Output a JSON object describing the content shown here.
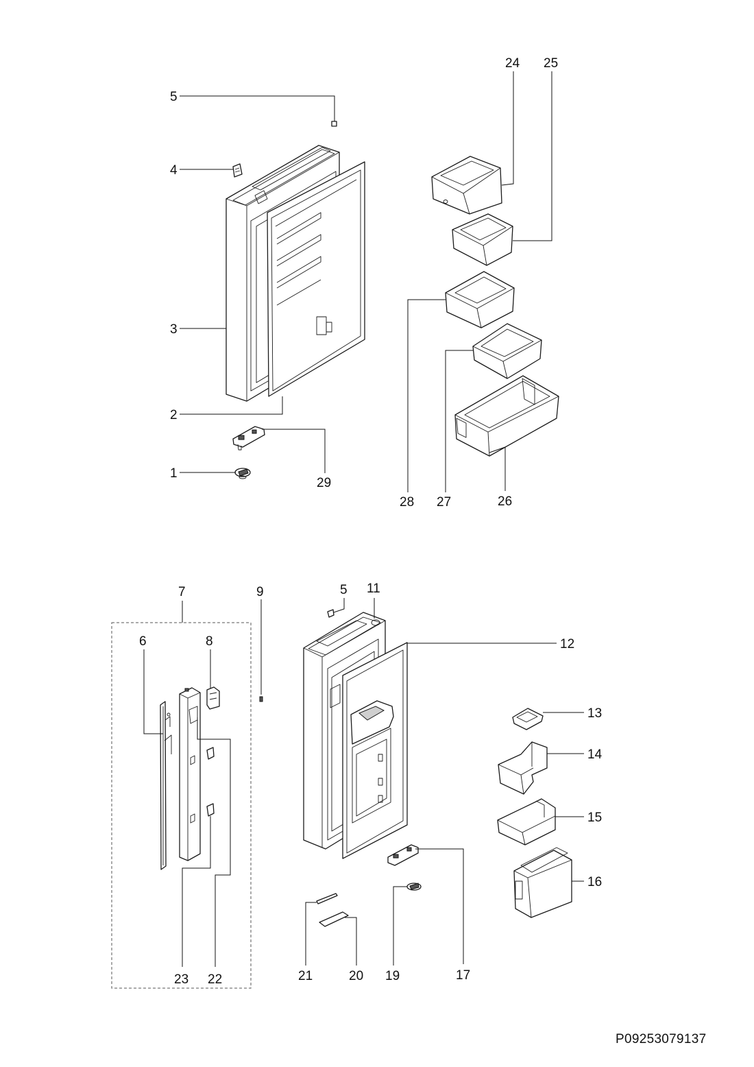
{
  "labels": {
    "p1": "1",
    "p2": "2",
    "p3": "3",
    "p4": "4",
    "p5a": "5",
    "p5b": "5",
    "p6": "6",
    "p7": "7",
    "p8": "8",
    "p9": "9",
    "p11": "11",
    "p12": "12",
    "p13": "13",
    "p14": "14",
    "p15": "15",
    "p16": "16",
    "p17": "17",
    "p19": "19",
    "p20": "20",
    "p21": "21",
    "p22": "22",
    "p23": "23",
    "p24": "24",
    "p25": "25",
    "p26": "26",
    "p27": "27",
    "p28": "28",
    "p29": "29"
  },
  "reference_code": "P09253079137"
}
